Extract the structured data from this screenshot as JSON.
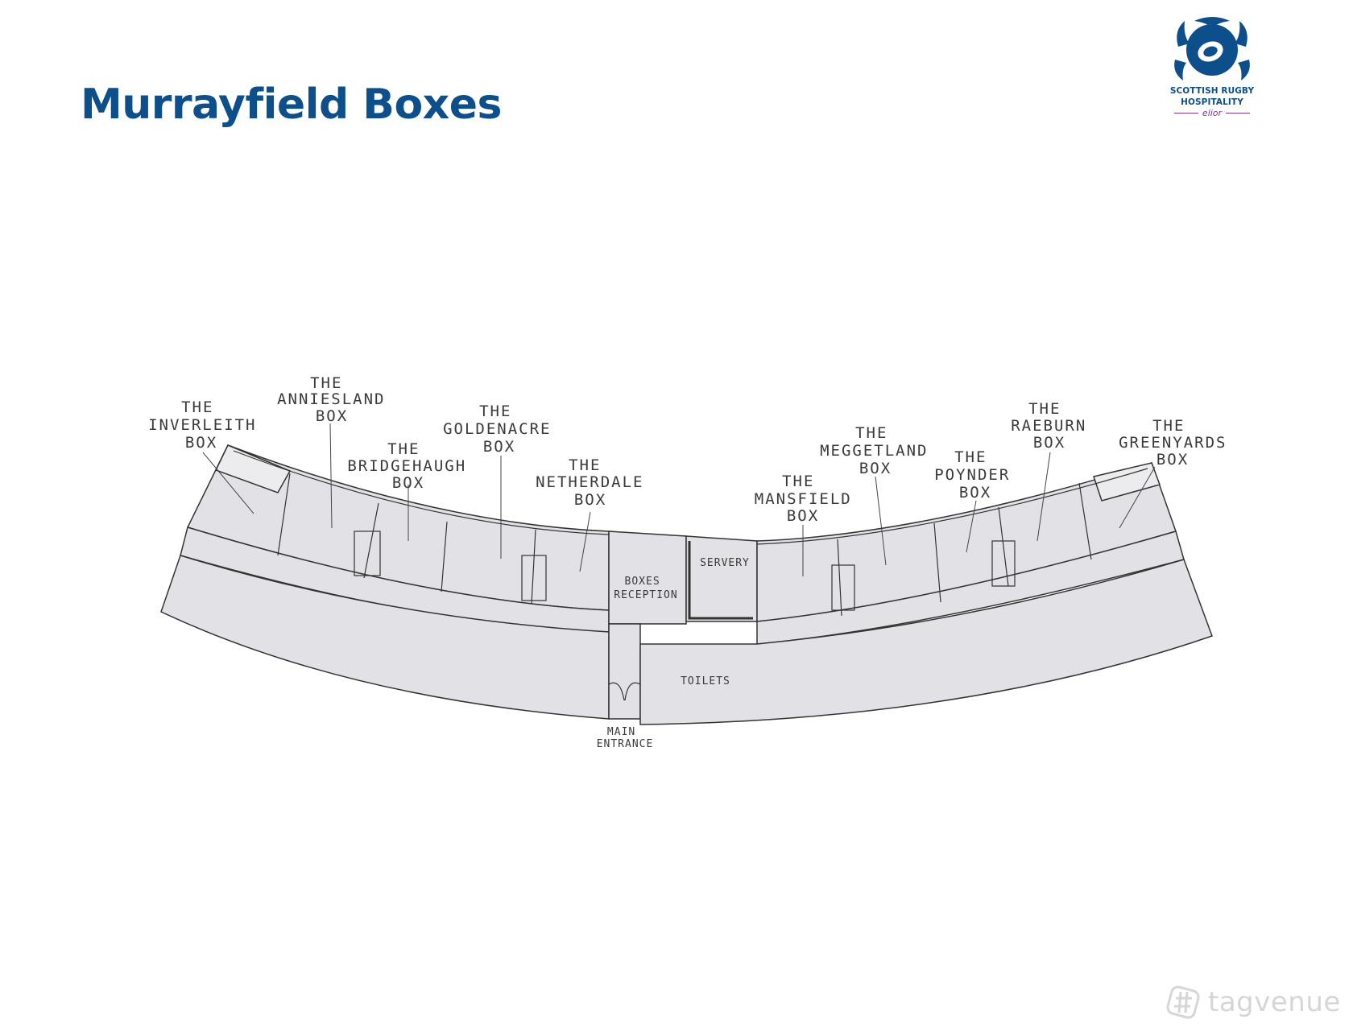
{
  "title": "Murrayfield Boxes",
  "logo": {
    "line1": "SCOTTISH RUGBY",
    "line2": "HOSPITALITY",
    "sub": "elior",
    "icon": "thistle-crest-icon"
  },
  "rooms": {
    "inverleith": [
      "THE",
      "INVERLEITH",
      "BOX"
    ],
    "anniesland": [
      "THE",
      "ANNIESLAND",
      "BOX"
    ],
    "bridgehaugh": [
      "THE",
      "BRIDGEHAUGH",
      "BOX"
    ],
    "goldenacre": [
      "THE",
      "GOLDENACRE",
      "BOX"
    ],
    "netherdale": [
      "THE",
      "NETHERDALE",
      "BOX"
    ],
    "mansfield": [
      "THE",
      "MANSFIELD",
      "BOX"
    ],
    "meggetland": [
      "THE",
      "MEGGETLAND",
      "BOX"
    ],
    "poynder": [
      "THE",
      "POYNDER",
      "BOX"
    ],
    "raeburn": [
      "THE",
      "RAEBURN",
      "BOX"
    ],
    "greenyards": [
      "THE",
      "GREENYARDS",
      "BOX"
    ],
    "reception": [
      "BOXES",
      "RECEPTION"
    ],
    "servery": "SERVERY",
    "toilets": "TOILETS",
    "entrance": [
      "MAIN",
      "ENTRANCE"
    ]
  },
  "colors": {
    "title": "#0d4f8b",
    "floor": "#e2e2e6",
    "wall": "#333333",
    "text": "#3a3a3a"
  },
  "watermark": {
    "text": "tagvenue",
    "icon": "tagvenue-logo-icon"
  }
}
